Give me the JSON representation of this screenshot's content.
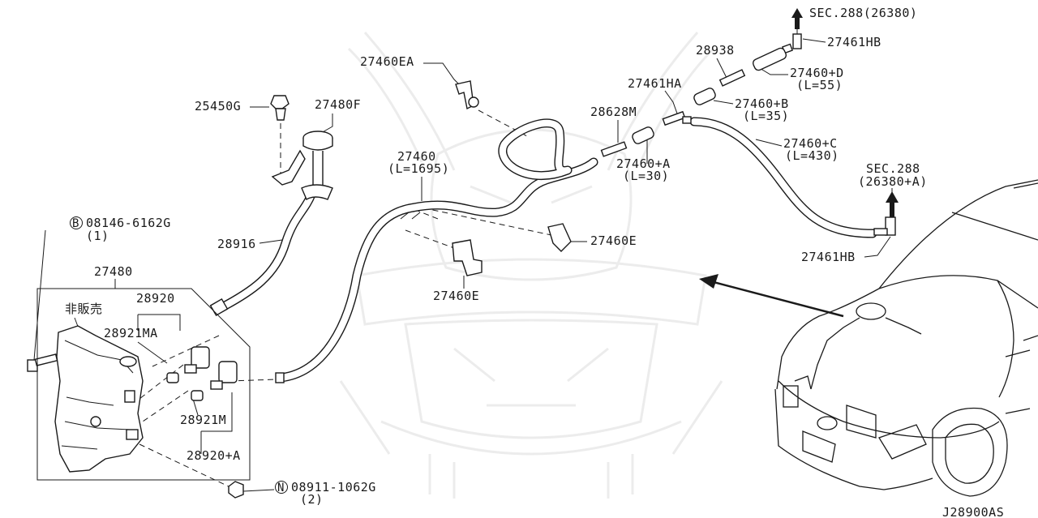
{
  "diagram": {
    "labels": {
      "sec288_top": "SEC.288(26380)",
      "p27461HB_top": "27461HB",
      "p28938": "28938",
      "p27460D": "27460+D",
      "p27460D_len": "(L=55)",
      "p27461HA": "27461HA",
      "p27460B": "27460+B",
      "p27460B_len": "(L=35)",
      "p28628M": "28628M",
      "p27460C": "27460+C",
      "p27460C_len": "(L=430)",
      "p27460A": "27460+A",
      "p27460A_len": "(L=30)",
      "p27460EA": "27460EA",
      "p25450G": "25450G",
      "p27480F": "27480F",
      "p27460": "27460",
      "p27460_len": "(L=1695)",
      "sec288_right": "SEC.288",
      "sec288_right_ref": "(26380+A)",
      "bolt_symbol": "B",
      "bolt_part": "08146-6162G",
      "bolt_qty": "(1)",
      "p28916": "28916",
      "p27460E_right": "27460E",
      "p27461HB_right": "27461HB",
      "p27480": "27480",
      "not_for_sale": "非販売",
      "p28920": "28920",
      "p28921MA": "28921MA",
      "p27460E_lower": "27460E",
      "p28921M": "28921M",
      "p28920A": "28920+A",
      "nut_symbol": "N",
      "nut_part": "08911-1062G",
      "nut_qty": "(2)",
      "diagram_code": "J28900AS"
    },
    "colors": {
      "line": "#1a1a1a",
      "watermark": "#ececec",
      "background": "#ffffff"
    }
  }
}
